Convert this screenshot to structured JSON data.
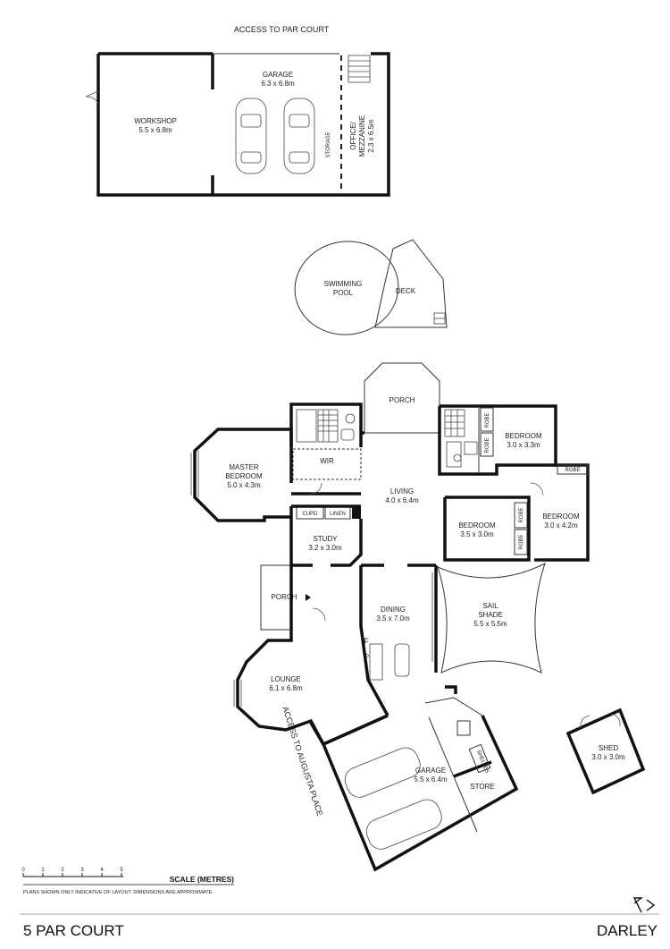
{
  "title": "5 PAR COURT",
  "suburb": "DARLEY",
  "access_top": "ACCESS TO PAR COURT",
  "access_side": "ACCESS TO AUGUSTA PLACE",
  "scale": {
    "label": "SCALE (METRES)",
    "ticks": [
      "0",
      "1",
      "2",
      "3",
      "4",
      "5"
    ],
    "disclaimer": "PLANS SHOWN ONLY INDICATIVE OF LAYOUT.  DIMENSIONS ARE APPROXIMATE."
  },
  "compass_icon": "north-arrow-icon",
  "rooms": {
    "workshop": {
      "name": "WORKSHOP",
      "dim": "5.5 x 6.8m"
    },
    "garage_top": {
      "name": "GARAGE",
      "dim": "6.3 x 6.8m"
    },
    "storage": {
      "name": "STORAGE"
    },
    "office": {
      "name": "OFFICE/",
      "name2": "MEZZANINE",
      "dim": "2.3 x 6.5m"
    },
    "pool": {
      "name": "SWIMMING",
      "name2": "POOL"
    },
    "deck": {
      "name": "DECK"
    },
    "porch_top": {
      "name": "PORCH"
    },
    "master": {
      "name": "MASTER",
      "name2": "BEDROOM",
      "dim": "5.0 x 4.3m"
    },
    "wir": {
      "name": "WIR"
    },
    "living": {
      "name": "LIVING",
      "dim": "4.0 x 6.4m"
    },
    "bed1": {
      "name": "BEDROOM",
      "dim": "3.0 x 3.3m"
    },
    "bed2": {
      "name": "BEDROOM",
      "dim": "3.5 x 3.0m"
    },
    "bed3": {
      "name": "BEDROOM",
      "dim": "3.0 x 4.2m"
    },
    "robe": {
      "name": "ROBE"
    },
    "cupd": {
      "name": "CUPD"
    },
    "linen": {
      "name": "LINEN"
    },
    "study": {
      "name": "STUDY",
      "dim": "3.2 x 3.0m"
    },
    "porch_side": {
      "name": "PORCH"
    },
    "dining": {
      "name": "DINING",
      "dim": "3.5 x 7.0m"
    },
    "fridge": {
      "name": "F"
    },
    "pantry": {
      "name": "P"
    },
    "sail": {
      "name": "SAIL",
      "name2": "SHADE",
      "dim": "5.5 x 5.5m"
    },
    "lounge": {
      "name": "LOUNGE",
      "dim": "6.1 x 6.8m"
    },
    "garage_main": {
      "name": "GARAGE",
      "dim": "5.5 x 6.4m"
    },
    "store": {
      "name": "STORE"
    },
    "shelves": {
      "name": "SHELVES"
    },
    "shed": {
      "name": "SHED",
      "dim": "3.0 x 3.0m"
    }
  }
}
